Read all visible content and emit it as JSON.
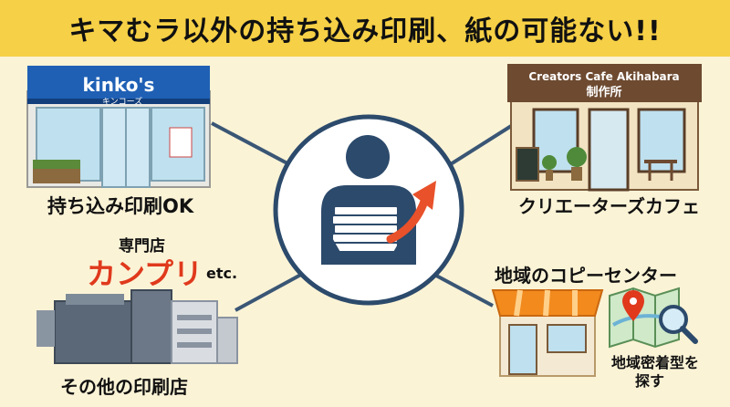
{
  "title": "キマむラ以外の持ち込み印刷、紙の可能ない!!",
  "kinkos": {
    "brand": "kinko's",
    "brand_kana": "キンコーズ",
    "caption": "持ち込み印刷OK"
  },
  "cafe": {
    "sign_line1": "Creators Cafe Akihabara",
    "sign_line2": "制作所",
    "caption": "クリエーターズカフェ"
  },
  "print_shops": {
    "label_small": "専門店",
    "label_big": "カンプリ",
    "label_etc": "etc.",
    "caption": "その他の印刷店"
  },
  "copy_center": {
    "heading": "地域のコピーセンター",
    "note_line1": "地域密着型を",
    "note_line2": "探す"
  },
  "colors": {
    "banner": "#f6d046",
    "background": "#fbf3d6",
    "navy": "#2c4a6b",
    "accent_red": "#e0391c",
    "arrow": "#e8512a",
    "awning": "#f28a1e",
    "kinkos_blue": "#1f60b5"
  },
  "icons": [
    "person-with-papers-icon",
    "arrow-up-right-icon",
    "map-pin-icon",
    "magnifier-icon",
    "map-icon"
  ]
}
